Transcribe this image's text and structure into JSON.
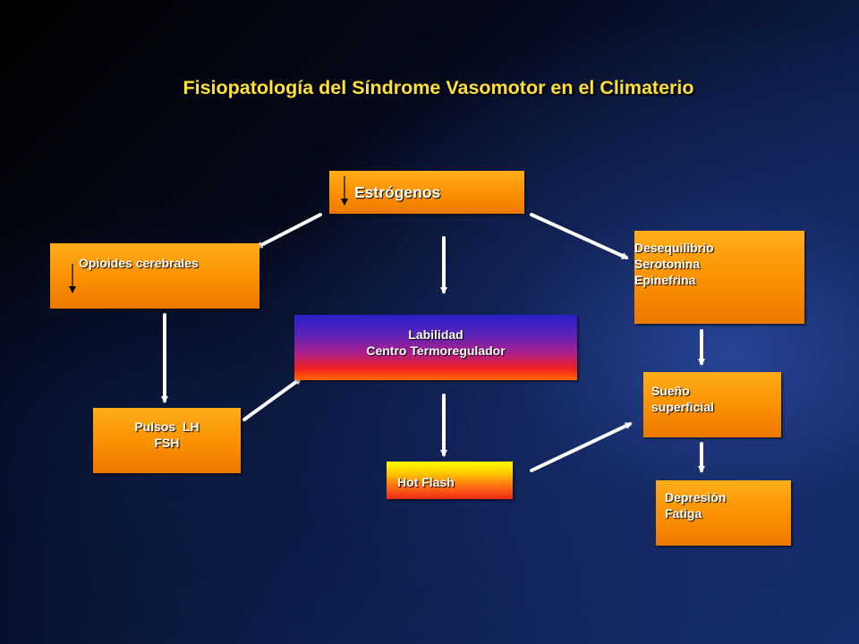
{
  "slide": {
    "title": "Fisiopatología del Síndrome Vasomotor en el Climaterio"
  },
  "nodes": {
    "estrogenos": {
      "label": "Estrógenos",
      "indicator": "down-arrow-icon"
    },
    "opioides": {
      "label": "Opioides cerebrales",
      "indicator": "down-arrow-icon"
    },
    "desequilibrio": {
      "lines": [
        "Desequilibrio",
        "Serotonina",
        "Epinefrina"
      ]
    },
    "labilidad": {
      "lines": [
        "Labilidad",
        "Centro Termoregulador"
      ]
    },
    "pulsos": {
      "lines": [
        "Pulsos  LH",
        "FSH"
      ]
    },
    "hotflash": {
      "label": "Hot Flash"
    },
    "sueno": {
      "lines": [
        "Sueño",
        "superficial"
      ]
    },
    "depresion": {
      "lines": [
        "Depresión",
        "Fatiga"
      ]
    }
  },
  "colors": {
    "title": "#ffe033",
    "box_orange": "#fb8f00",
    "arrow": "#ffffff"
  }
}
